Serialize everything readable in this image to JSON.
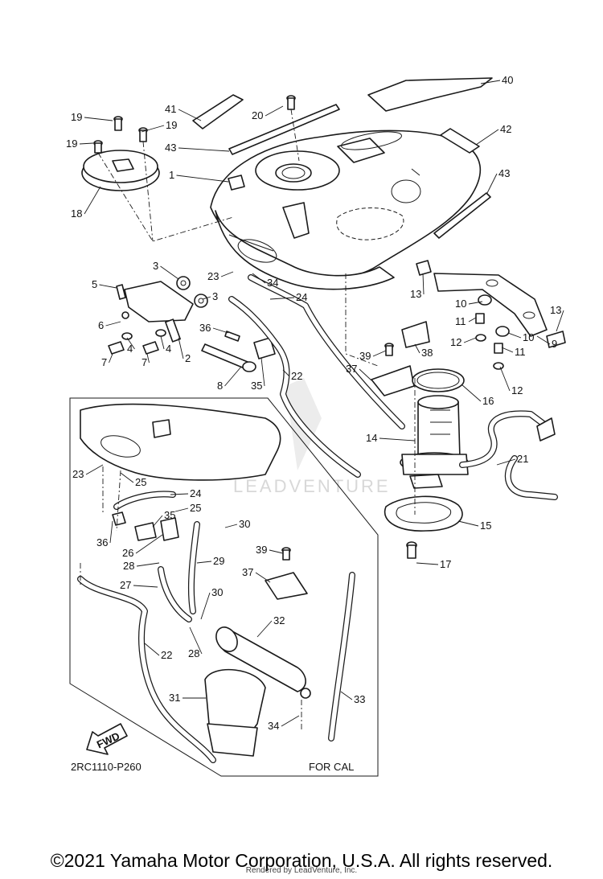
{
  "diagram": {
    "drawing_code": "2RC1110-P260",
    "inset_label": "FOR CAL",
    "fwd_label": "FWD",
    "watermark": "LEADVENTURE",
    "callouts": [
      {
        "id": "c41",
        "n": "41"
      },
      {
        "id": "c20",
        "n": "20"
      },
      {
        "id": "c40",
        "n": "40"
      },
      {
        "id": "c19a",
        "n": "19"
      },
      {
        "id": "c19b",
        "n": "19"
      },
      {
        "id": "c19c",
        "n": "19"
      },
      {
        "id": "c42",
        "n": "42"
      },
      {
        "id": "c43a",
        "n": "43"
      },
      {
        "id": "c1",
        "n": "1"
      },
      {
        "id": "c43b",
        "n": "43"
      },
      {
        "id": "c18",
        "n": "18"
      },
      {
        "id": "c3a",
        "n": "3"
      },
      {
        "id": "c23a",
        "n": "23"
      },
      {
        "id": "c34a",
        "n": "34"
      },
      {
        "id": "c5",
        "n": "5"
      },
      {
        "id": "c3b",
        "n": "3"
      },
      {
        "id": "c24a",
        "n": "24"
      },
      {
        "id": "c13a",
        "n": "13"
      },
      {
        "id": "c10a",
        "n": "10"
      },
      {
        "id": "c6",
        "n": "6"
      },
      {
        "id": "c36a",
        "n": "36"
      },
      {
        "id": "c13b",
        "n": "13"
      },
      {
        "id": "c11a",
        "n": "11"
      },
      {
        "id": "c12a",
        "n": "12"
      },
      {
        "id": "c2",
        "n": "2"
      },
      {
        "id": "c4a",
        "n": "4"
      },
      {
        "id": "c4b",
        "n": "4"
      },
      {
        "id": "c39a",
        "n": "39"
      },
      {
        "id": "c38",
        "n": "38"
      },
      {
        "id": "c10b",
        "n": "10"
      },
      {
        "id": "c9",
        "n": "9"
      },
      {
        "id": "c7a",
        "n": "7"
      },
      {
        "id": "c7b",
        "n": "7"
      },
      {
        "id": "c8",
        "n": "8"
      },
      {
        "id": "c35a",
        "n": "35"
      },
      {
        "id": "c22a",
        "n": "22"
      },
      {
        "id": "c37a",
        "n": "37"
      },
      {
        "id": "c11b",
        "n": "11"
      },
      {
        "id": "c12b",
        "n": "12"
      },
      {
        "id": "c16",
        "n": "16"
      },
      {
        "id": "c14",
        "n": "14"
      },
      {
        "id": "c21",
        "n": "21"
      },
      {
        "id": "c23b",
        "n": "23"
      },
      {
        "id": "c25a",
        "n": "25"
      },
      {
        "id": "c24b",
        "n": "24"
      },
      {
        "id": "c25b",
        "n": "25"
      },
      {
        "id": "c15",
        "n": "15"
      },
      {
        "id": "c35b",
        "n": "35"
      },
      {
        "id": "c30a",
        "n": "30"
      },
      {
        "id": "c36b",
        "n": "36"
      },
      {
        "id": "c26",
        "n": "26"
      },
      {
        "id": "c39b",
        "n": "39"
      },
      {
        "id": "c17",
        "n": "17"
      },
      {
        "id": "c29",
        "n": "29"
      },
      {
        "id": "c28a",
        "n": "28"
      },
      {
        "id": "c37b",
        "n": "37"
      },
      {
        "id": "c27",
        "n": "27"
      },
      {
        "id": "c30b",
        "n": "30"
      },
      {
        "id": "c32",
        "n": "32"
      },
      {
        "id": "c22b",
        "n": "22"
      },
      {
        "id": "c28b",
        "n": "28"
      },
      {
        "id": "c31",
        "n": "31"
      },
      {
        "id": "c33",
        "n": "33"
      },
      {
        "id": "c34b",
        "n": "34"
      }
    ]
  },
  "footer": {
    "copyright": "©2021 Yamaha Motor Corporation, U.S.A. All rights reserved.",
    "rendered_by": "Rendered by LeadVenture, Inc."
  }
}
